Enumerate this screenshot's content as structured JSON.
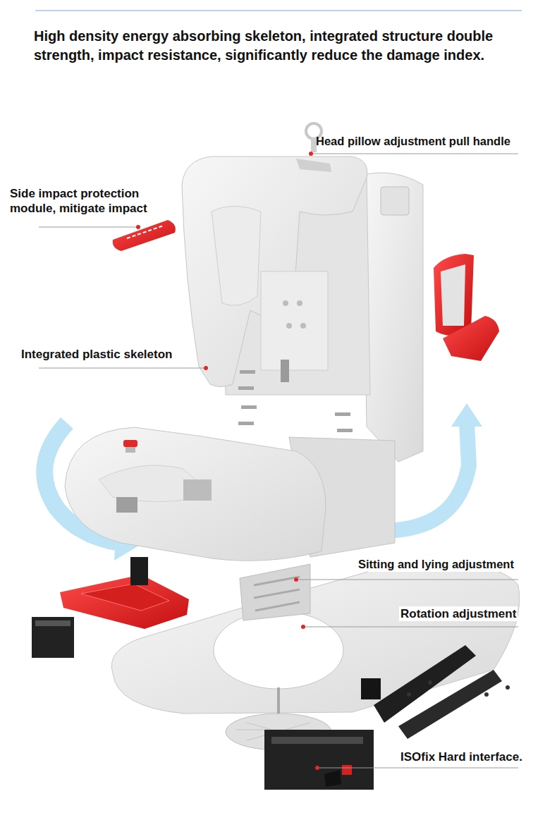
{
  "diagram": {
    "title": "High density energy absorbing skeleton, integrated structure double strength, impact resistance, significantly reduce the damage index.",
    "labels": [
      "Head pillow adjustment pull handle",
      "Side impact protection module, mitigate impact",
      "Integrated plastic skeleton",
      "Sitting and lying adjustment",
      "Rotation adjustment",
      "ISOfix Hard interface."
    ]
  }
}
